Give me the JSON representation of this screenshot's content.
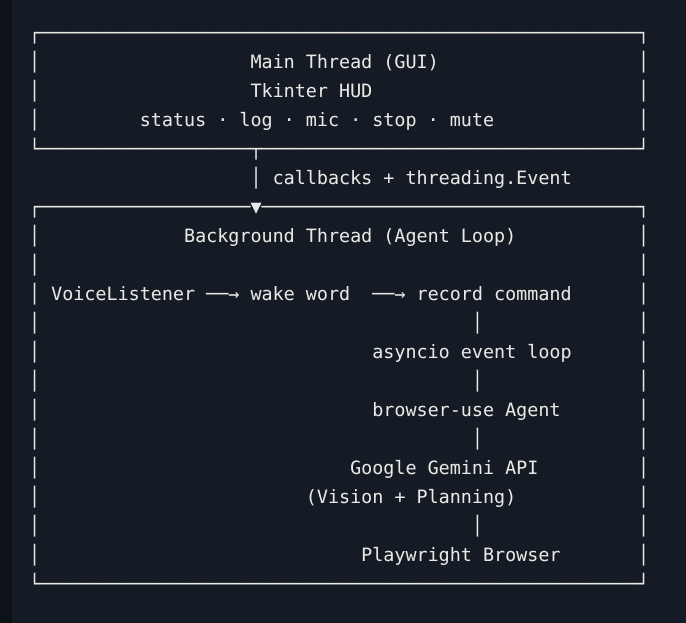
{
  "colors": {
    "background": "#151b24",
    "window_edge": "#0d1118",
    "foreground": "#e9e8e5"
  },
  "semantics": {
    "box1": {
      "title": "Main Thread (GUI)",
      "subtitle": "Tkinter HUD",
      "hud_controls": [
        "status",
        "log",
        "mic",
        "stop",
        "mute"
      ]
    },
    "connector_label": "callbacks + threading.Event",
    "box2": {
      "title": "Background Thread (Agent Loop)",
      "voice_pipeline": [
        "VoiceListener",
        "wake word",
        "record command"
      ],
      "stack": [
        "asyncio event loop",
        "browser-use Agent",
        "Google Gemini API (Vision + Planning)",
        "Playwright Browser"
      ]
    }
  },
  "diagram": {
    "lines": [
      "┌──────────────────────────────────────────────────────┐",
      "│                   Main Thread (GUI)                  │",
      "│                   Tkinter HUD                        │",
      "│         status · log · mic · stop · mute             │",
      "└───────────────────┬──────────────────────────────────┘",
      "                    │ callbacks + threading.Event",
      "┌───────────────────▼──────────────────────────────────┐",
      "│             Background Thread (Agent Loop)           │",
      "│                                                      │",
      "│ VoiceListener ──→ wake word  ──→ record command      │",
      "│                                       │              │",
      "│                              asyncio event loop      │",
      "│                                       │              │",
      "│                              browser-use Agent       │",
      "│                                       │              │",
      "│                            Google Gemini API         │",
      "│                        (Vision + Planning)           │",
      "│                                       │              │",
      "│                             Playwright Browser       │",
      "└──────────────────────────────────────────────────────┘"
    ]
  }
}
